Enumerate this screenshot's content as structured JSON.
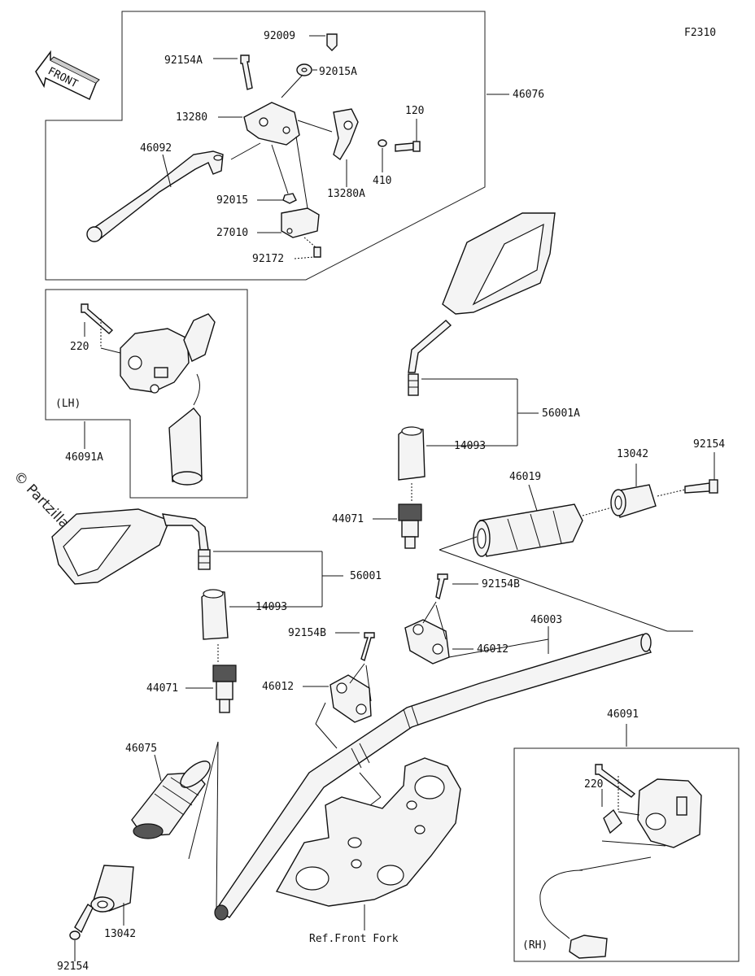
{
  "figure_code": "F2310",
  "front_arrow_text": "FRONT",
  "watermark": "© Partzilla.com",
  "colors": {
    "ink": "#111111",
    "background": "#ffffff"
  },
  "labels": {
    "p92009": "92009",
    "p92154A": "92154A",
    "p92015A": "92015A",
    "p46076": "46076",
    "p13280": "13280",
    "p120": "120",
    "p46092": "46092",
    "p410": "410",
    "p13280A": "13280A",
    "p92015": "92015",
    "p27010": "27010",
    "p92172": "92172",
    "p220L": "220",
    "pLH": "(LH)",
    "p46091A": "46091A",
    "p56001A": "56001A",
    "p14093A": "14093",
    "p13042A": "13042",
    "p92154R": "92154",
    "p46019": "46019",
    "p44071A": "44071",
    "p56001": "56001",
    "p92154B1": "92154B",
    "p14093B": "14093",
    "p46003": "46003",
    "p92154B2": "92154B",
    "p46012A": "46012",
    "p44071B": "44071",
    "p46012B": "46012",
    "p46091": "46091",
    "p46075": "46075",
    "p220R": "220",
    "p13042B": "13042",
    "pRefFork": "Ref.Front Fork",
    "p92154L": "92154",
    "pRH": "(RH)"
  }
}
